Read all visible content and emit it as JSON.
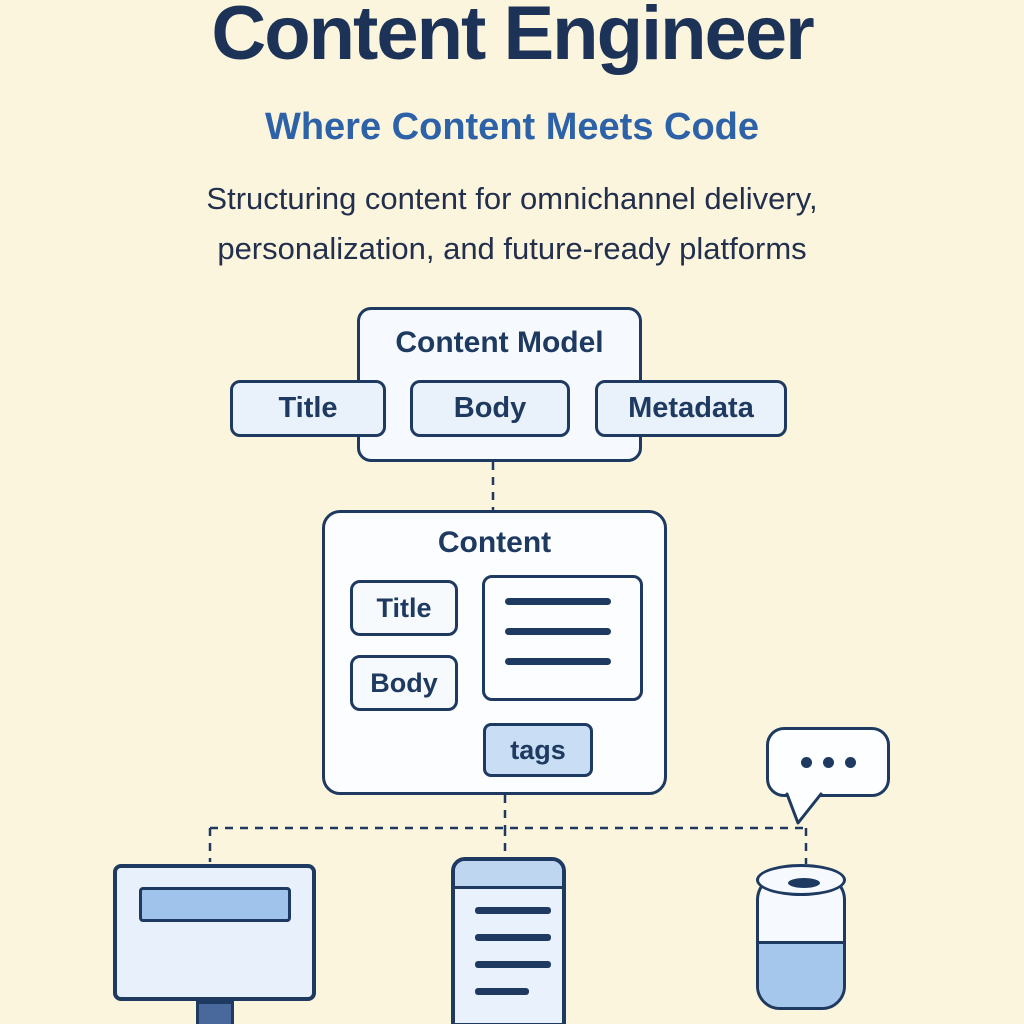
{
  "header": {
    "title": "Content Engineer",
    "subtitle": "Where Content Meets Code",
    "description": [
      "Structuring content for omnichannel delivery,",
      "personalization, and future-ready platforms"
    ]
  },
  "diagram": {
    "content_model": {
      "label": "Content Model",
      "chips": [
        "Title",
        "Body",
        "Metadata"
      ]
    },
    "content": {
      "label": "Content",
      "field_chips": [
        "Title",
        "Body"
      ],
      "tag_chip": "tags",
      "document_icon": "document-lines-icon"
    },
    "devices": {
      "left": "desktop-monitor-icon",
      "center": "smartphone-icon",
      "right": "smart-speaker-icon",
      "speech_bubble": "speech-bubble-ellipsis-icon"
    }
  },
  "colors": {
    "background": "#fcf5dd",
    "navy": "#1e3a60",
    "title_navy": "#1c3357",
    "subtitle_blue": "#2d62a8",
    "box_fill": "#f6fafe",
    "chip_fill": "#e9f1fb",
    "tags_fill": "#c9def5",
    "device_accent": "#9fc3ea",
    "speaker_band": "#a5c7ec"
  }
}
